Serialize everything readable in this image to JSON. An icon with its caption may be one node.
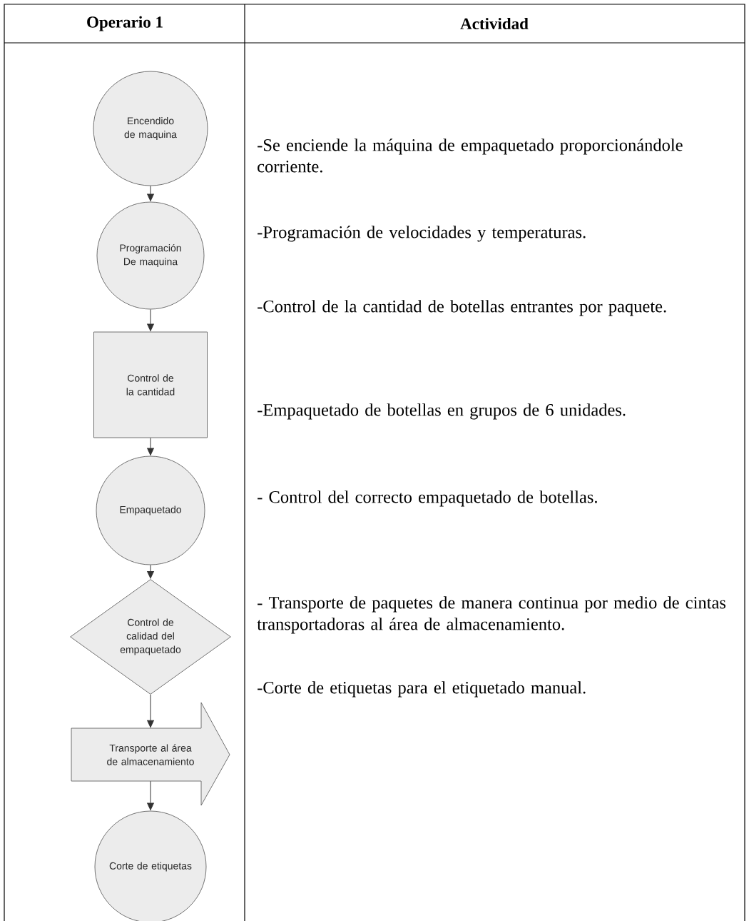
{
  "diagram": {
    "nodes": [
      {
        "text": [
          "Encendido de maquina"
        ]
      },
      {
        "text": [
          "Programación De maquina"
        ]
      },
      {
        "text": [
          "Control de la cantidad"
        ]
      },
      {
        "text": [
          "Empaquetado"
        ]
      },
      {
        "text": [
          "Control de calidad del empaquetado"
        ]
      },
      {
        "text": [
          "Transporte al área de almacenamiento"
        ]
      },
      {
        "text": [
          "Corte de etiquetas"
        ]
      }
    ],
    "edges": [
      {
        "from": 0,
        "to": 1,
        "arrow": "to"
      },
      {
        "from": 1,
        "to": 2,
        "arrow": "to"
      },
      {
        "from": 2,
        "to": 3,
        "arrow": "to"
      },
      {
        "from": 3,
        "to": 4,
        "arrow": "to"
      },
      {
        "from": 4,
        "to": 5,
        "arrow": "to"
      },
      {
        "from": 5,
        "to": 6,
        "arrow": "to"
      }
    ],
    "labels": [
      "Operario 1",
      "Actividad",
      "-Se enciende la máquina de empaquetado proporcionándole corriente.",
      "-Programación de velocidades y temperaturas.",
      "-Control de la cantidad de botellas entrantes por paquete.",
      "-Empaquetado de botellas en grupos de 6 unidades.",
      "- Control del correcto empaquetado de botellas.",
      "- Transporte de paquetes de manera continua por medio de cintas transportadoras al área de almacenamiento.",
      "-Corte de etiquetas para el etiquetado manual."
    ]
  }
}
